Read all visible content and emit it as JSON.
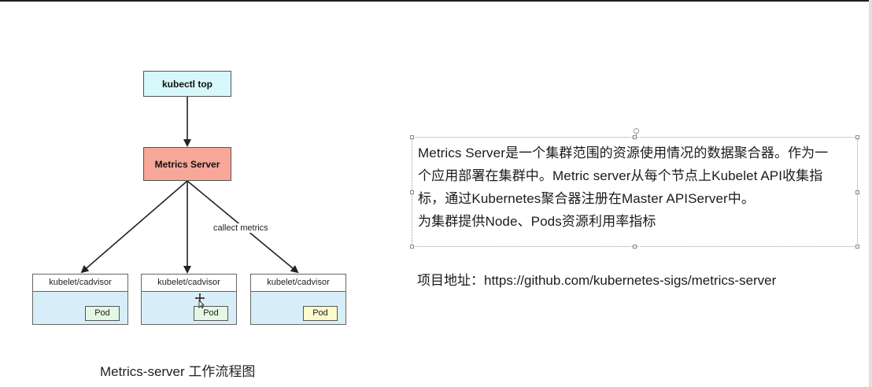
{
  "diagram": {
    "top_box": "kubectl top",
    "metrics_server_box": "Metrics Server",
    "edge_label": "callect metrics",
    "nodes": [
      {
        "header": "kubelet/cadvisor",
        "pod": "Pod"
      },
      {
        "header": "kubelet/cadvisor",
        "pod": "Pod"
      },
      {
        "header": "kubelet/cadvisor",
        "pod": "Pod"
      }
    ],
    "caption": "Metrics-server 工作流程图"
  },
  "description": {
    "lines": [
      "Metrics Server是一个集群范围的资源使用情况的数据聚合器。作为一",
      "个应用部署在集群中。Metric server从每个节点上Kubelet API收集指",
      "标，通过Kubernetes聚合器注册在Master APIServer中。",
      "为集群提供Node、Pods资源利用率指标"
    ],
    "address": "项目地址：https://github.com/kubernetes-sigs/metrics-server"
  },
  "colors": {
    "top_box": "#d6f8fa",
    "metrics_server_box": "#f6a799",
    "node_body": "#d7eef8",
    "pod_green": "#e4f7e4",
    "pod_yellow": "#fbfacb"
  }
}
